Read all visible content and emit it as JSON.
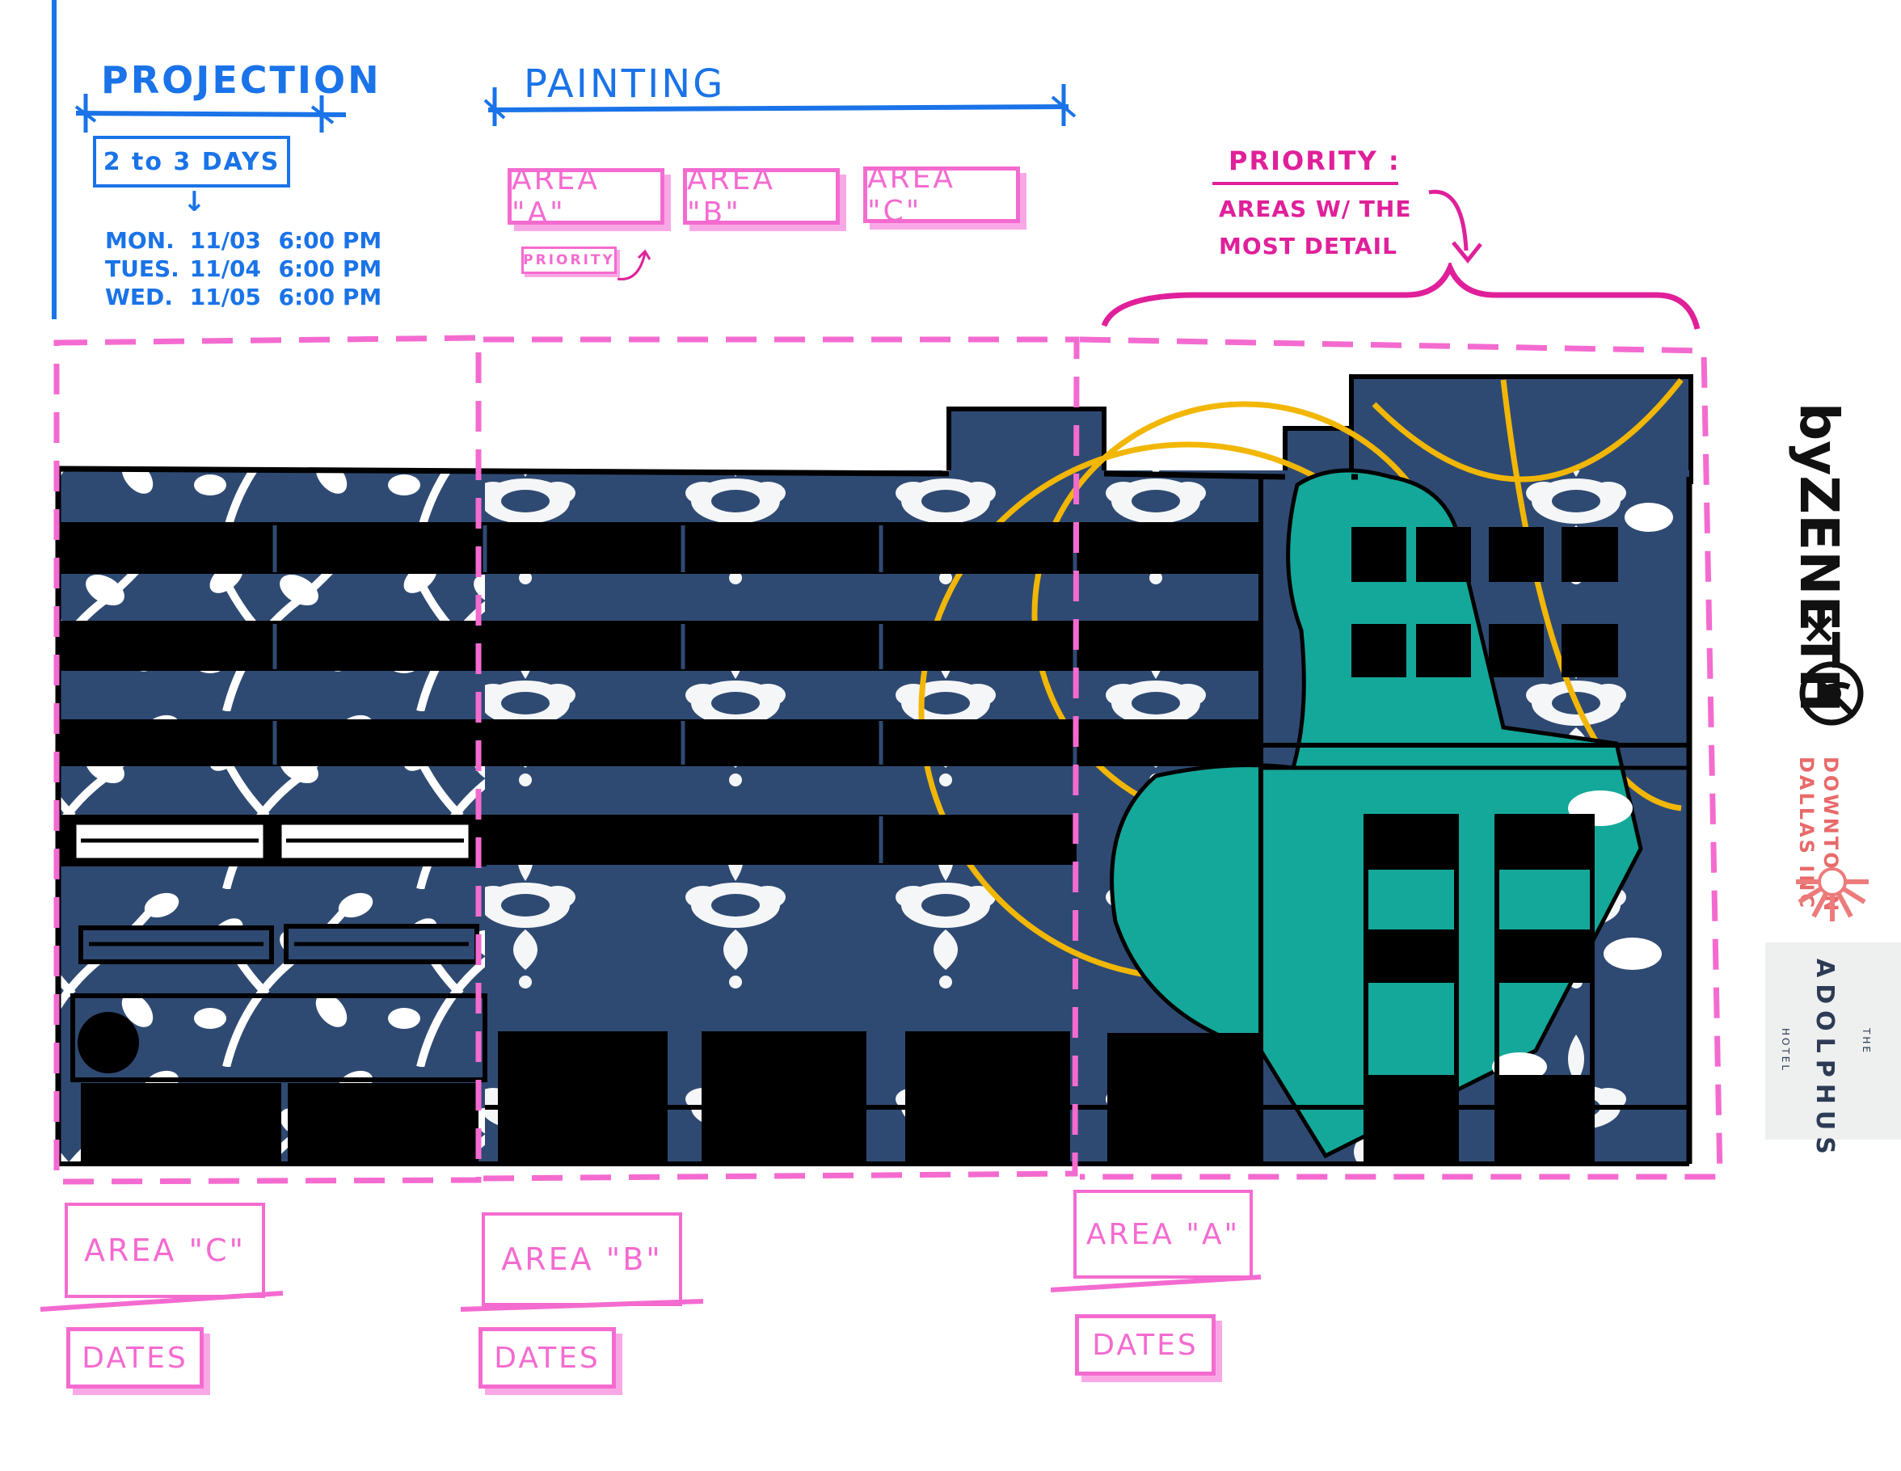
{
  "projection": {
    "title": "PROJECTION",
    "duration": "2 to 3 DAYS",
    "schedule": [
      {
        "day": "MON.",
        "date": "11/03",
        "time": "6:00 PM"
      },
      {
        "day": "TUES.",
        "date": "11/04",
        "time": "6:00 PM"
      },
      {
        "day": "WED.",
        "date": "11/05",
        "time": "6:00 PM"
      }
    ]
  },
  "painting": {
    "title": "PAINTING",
    "areas": [
      "AREA \"A\"",
      "AREA \"B\"",
      "AREA \"C\""
    ],
    "priority_tag": "PRIORITY"
  },
  "priority_note": {
    "title": "PRIORITY :",
    "line1": "AREAS W/ THE",
    "line2": "MOST DETAIL"
  },
  "facade_labels": [
    {
      "area": "AREA \"C\"",
      "dates": "DATES"
    },
    {
      "area": "AREA \"B\"",
      "dates": "DATES"
    },
    {
      "area": "AREA \"A\"",
      "dates": "DATES"
    }
  ],
  "logos": {
    "byzeneth": "byZENETH",
    "times": "×",
    "downtown_line1": "DOWNTOWN",
    "downtown_line2": "DALLAS INC",
    "hotel_the": "THE",
    "hotel_name": "ADOLPHUS",
    "hotel_word": "HOTEL"
  },
  "colors": {
    "ink_blue": "#1a73e8",
    "ink_pink": "#f46bd0",
    "mural_navy": "#2f4a72",
    "mural_teal": "#14a89a",
    "mural_gold": "#f2b705"
  }
}
